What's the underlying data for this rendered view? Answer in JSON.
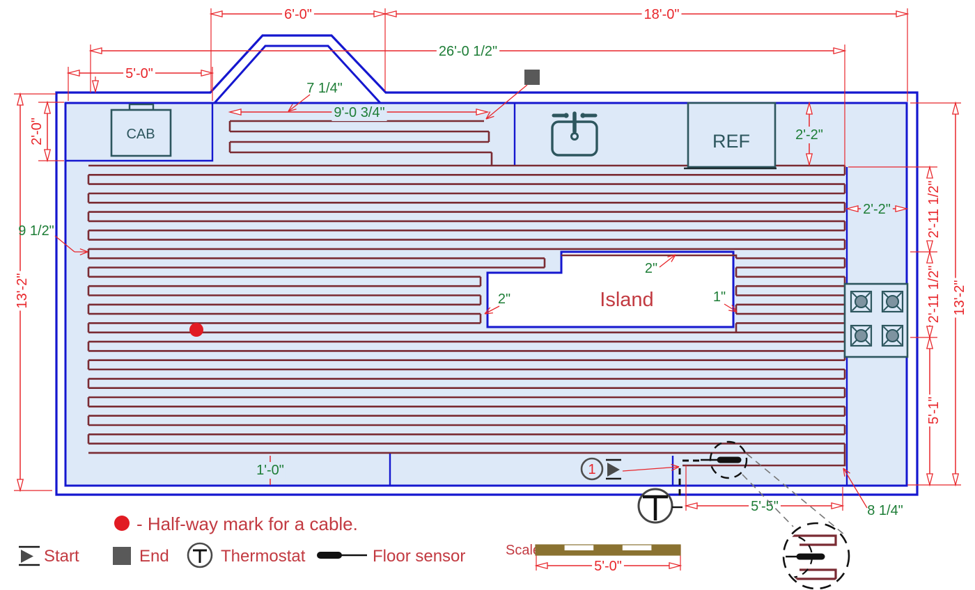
{
  "drawing": {
    "appliances": {
      "cab": "CAB",
      "ref": "REF"
    },
    "island_label": "Island",
    "start_marker_number": "1",
    "dims": {
      "bay_width": "6'-0\"",
      "right_span": "18'-0\"",
      "cable_span": "26'-0 1/2\"",
      "left_counter": "5'-0\"",
      "counter_depth": "2'-0\"",
      "room_height_left": "13'-2\"",
      "room_height_right": "13'-2\"",
      "strip_width": "9'-0 3/4\"",
      "strip_note": "7 1/4\"",
      "wall_gap": "9 1/2\"",
      "ref_gap": "2'-2\"",
      "stove_depth": "2'-2\"",
      "island_gap_top": "2\"",
      "island_gap_left": "2\"",
      "island_gap_right": "1\"",
      "right_seg_upper": "2'-11 1/2\"",
      "right_seg_mid": "2'-11 1/2\"",
      "right_seg_lower": "5'-1\"",
      "bottom_gap": "1'-0\"",
      "sensor_run": "5'-5\"",
      "sensor_note": "8 1/4\""
    }
  },
  "legend": {
    "halfway": "- Half-way mark for a cable.",
    "start": "Start",
    "end": "End",
    "thermostat": "Thermostat",
    "floor_sensor": "Floor sensor"
  },
  "scale_bar": {
    "label": "Scale",
    "length": "5'-0\""
  },
  "colors": {
    "wall_blue": "#1517cf",
    "floor_fill": "#dde9f8",
    "cable_maroon": "#7a2b33",
    "dim_red": "#e8262b",
    "dim_green": "#1d7d36",
    "appliance_teal": "#2d565e",
    "legend_red": "#c23a41",
    "marker_gray": "#4f4f4f",
    "scale_brown": "#8a7231",
    "halfway_dot": "#e11b23"
  }
}
